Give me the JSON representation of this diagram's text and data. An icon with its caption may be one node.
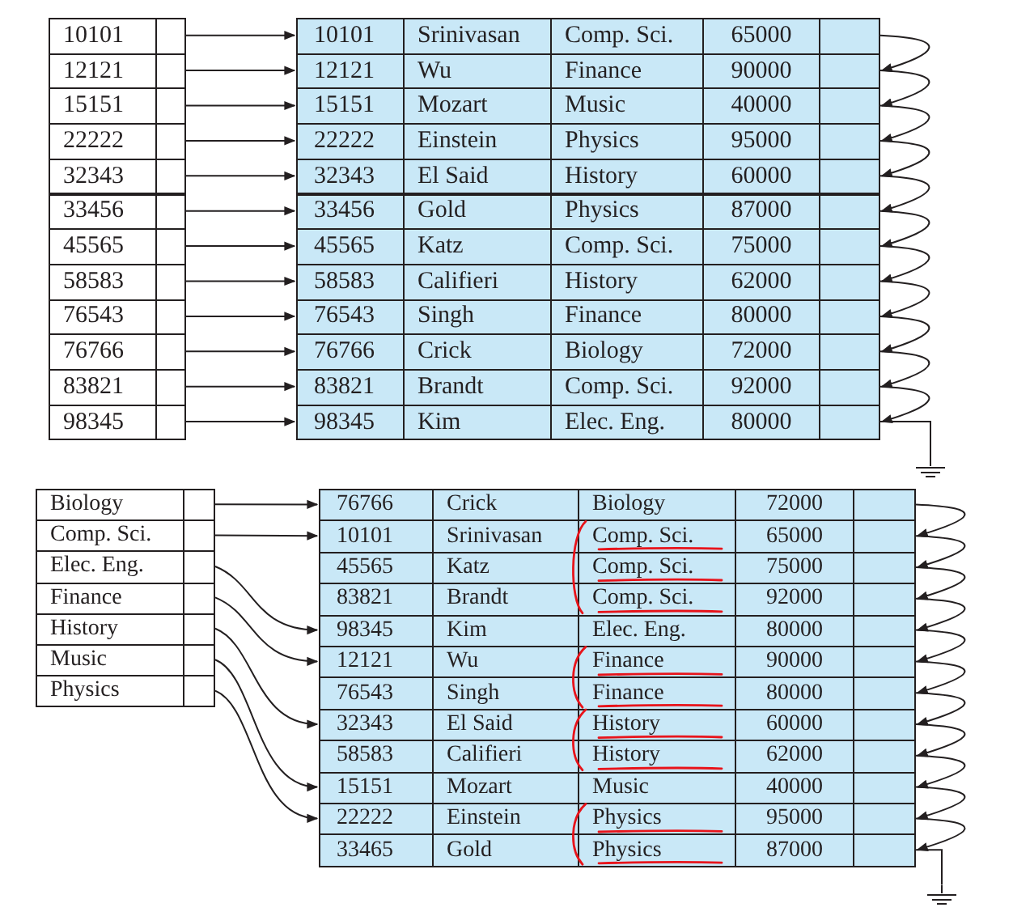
{
  "diagram": {
    "nodes": [
      {
        "text": [
          "10101"
        ]
      },
      {
        "text": [
          "12121"
        ]
      },
      {
        "text": [
          "15151"
        ]
      },
      {
        "text": [
          "22222"
        ]
      },
      {
        "text": [
          "32343"
        ]
      },
      {
        "text": [
          "33456"
        ]
      },
      {
        "text": [
          "45565"
        ]
      },
      {
        "text": [
          "58583"
        ]
      },
      {
        "text": [
          "76543"
        ]
      },
      {
        "text": [
          "76766"
        ]
      },
      {
        "text": [
          "83821"
        ]
      },
      {
        "text": [
          "98345"
        ]
      },
      {
        "text": [
          "10101",
          "Srinivasan",
          "Comp. Sci.",
          "65000"
        ]
      },
      {
        "text": [
          "12121",
          "Wu",
          "Finance",
          "90000"
        ]
      },
      {
        "text": [
          "15151",
          "Mozart",
          "Music",
          "40000"
        ]
      },
      {
        "text": [
          "22222",
          "Einstein",
          "Physics",
          "95000"
        ]
      },
      {
        "text": [
          "32343",
          "El Said",
          "History",
          "60000"
        ]
      },
      {
        "text": [
          "33456",
          "Gold",
          "Physics",
          "87000"
        ]
      },
      {
        "text": [
          "45565",
          "Katz",
          "Comp. Sci.",
          "75000"
        ]
      },
      {
        "text": [
          "58583",
          "Califieri",
          "History",
          "62000"
        ]
      },
      {
        "text": [
          "76543",
          "Singh",
          "Finance",
          "80000"
        ]
      },
      {
        "text": [
          "76766",
          "Crick",
          "Biology",
          "72000"
        ]
      },
      {
        "text": [
          "83821",
          "Brandt",
          "Comp. Sci.",
          "92000"
        ]
      },
      {
        "text": [
          "98345",
          "Kim",
          "Elec. Eng.",
          "80000"
        ]
      },
      {
        "text": [],
        "shape": "ground"
      },
      {
        "text": [
          "Biology"
        ]
      },
      {
        "text": [
          "Comp. Sci."
        ]
      },
      {
        "text": [
          "Elec. Eng."
        ]
      },
      {
        "text": [
          "Finance"
        ]
      },
      {
        "text": [
          "History"
        ]
      },
      {
        "text": [
          "Music"
        ]
      },
      {
        "text": [
          "Physics"
        ]
      },
      {
        "text": [
          "76766",
          "Crick",
          "Biology",
          "72000"
        ]
      },
      {
        "text": [
          "10101",
          "Srinivasan",
          "Comp. Sci.",
          "65000"
        ]
      },
      {
        "text": [
          "45565",
          "Katz",
          "Comp. Sci.",
          "75000"
        ]
      },
      {
        "text": [
          "83821",
          "Brandt",
          "Comp. Sci.",
          "92000"
        ]
      },
      {
        "text": [
          "98345",
          "Kim",
          "Elec. Eng.",
          "80000"
        ]
      },
      {
        "text": [
          "12121",
          "Wu",
          "Finance",
          "90000"
        ]
      },
      {
        "text": [
          "76543",
          "Singh",
          "Finance",
          "80000"
        ]
      },
      {
        "text": [
          "32343",
          "El Said",
          "History",
          "60000"
        ]
      },
      {
        "text": [
          "58583",
          "Califieri",
          "History",
          "62000"
        ]
      },
      {
        "text": [
          "15151",
          "Mozart",
          "Music",
          "40000"
        ]
      },
      {
        "text": [
          "22222",
          "Einstein",
          "Physics",
          "95000"
        ]
      },
      {
        "text": [
          "33465",
          "Gold",
          "Physics",
          "87000"
        ]
      },
      {
        "text": [],
        "shape": "ground"
      }
    ],
    "edges": [
      {
        "from": 0,
        "to": 12,
        "arrow": "to"
      },
      {
        "from": 1,
        "to": 13,
        "arrow": "to"
      },
      {
        "from": 2,
        "to": 14,
        "arrow": "to"
      },
      {
        "from": 3,
        "to": 15,
        "arrow": "to"
      },
      {
        "from": 4,
        "to": 16,
        "arrow": "to"
      },
      {
        "from": 5,
        "to": 17,
        "arrow": "to"
      },
      {
        "from": 6,
        "to": 18,
        "arrow": "to"
      },
      {
        "from": 7,
        "to": 19,
        "arrow": "to"
      },
      {
        "from": 8,
        "to": 20,
        "arrow": "to"
      },
      {
        "from": 9,
        "to": 21,
        "arrow": "to"
      },
      {
        "from": 10,
        "to": 22,
        "arrow": "to"
      },
      {
        "from": 11,
        "to": 23,
        "arrow": "to"
      },
      {
        "from": 12,
        "to": 13,
        "arrow": "to"
      },
      {
        "from": 13,
        "to": 14,
        "arrow": "to"
      },
      {
        "from": 14,
        "to": 15,
        "arrow": "to"
      },
      {
        "from": 15,
        "to": 16,
        "arrow": "to"
      },
      {
        "from": 16,
        "to": 17,
        "arrow": "to"
      },
      {
        "from": 17,
        "to": 18,
        "arrow": "to"
      },
      {
        "from": 18,
        "to": 19,
        "arrow": "to"
      },
      {
        "from": 19,
        "to": 20,
        "arrow": "to"
      },
      {
        "from": 20,
        "to": 21,
        "arrow": "to"
      },
      {
        "from": 21,
        "to": 22,
        "arrow": "to"
      },
      {
        "from": 22,
        "to": 23,
        "arrow": "to"
      },
      {
        "from": 23,
        "to": 24,
        "arrow": "none"
      },
      {
        "from": 25,
        "to": 32,
        "arrow": "to"
      },
      {
        "from": 26,
        "to": 33,
        "arrow": "to"
      },
      {
        "from": 27,
        "to": 36,
        "arrow": "to"
      },
      {
        "from": 28,
        "to": 37,
        "arrow": "to"
      },
      {
        "from": 29,
        "to": 39,
        "arrow": "to"
      },
      {
        "from": 30,
        "to": 41,
        "arrow": "to"
      },
      {
        "from": 31,
        "to": 42,
        "arrow": "to"
      },
      {
        "from": 32,
        "to": 33,
        "arrow": "to"
      },
      {
        "from": 33,
        "to": 34,
        "arrow": "to"
      },
      {
        "from": 34,
        "to": 35,
        "arrow": "to"
      },
      {
        "from": 35,
        "to": 36,
        "arrow": "to"
      },
      {
        "from": 36,
        "to": 37,
        "arrow": "to"
      },
      {
        "from": 37,
        "to": 38,
        "arrow": "to"
      },
      {
        "from": 38,
        "to": 39,
        "arrow": "to"
      },
      {
        "from": 39,
        "to": 40,
        "arrow": "to"
      },
      {
        "from": 40,
        "to": 41,
        "arrow": "to"
      },
      {
        "from": 41,
        "to": 42,
        "arrow": "to"
      },
      {
        "from": 42,
        "to": 43,
        "arrow": "to"
      },
      {
        "from": 43,
        "to": 44,
        "arrow": "none"
      }
    ]
  }
}
